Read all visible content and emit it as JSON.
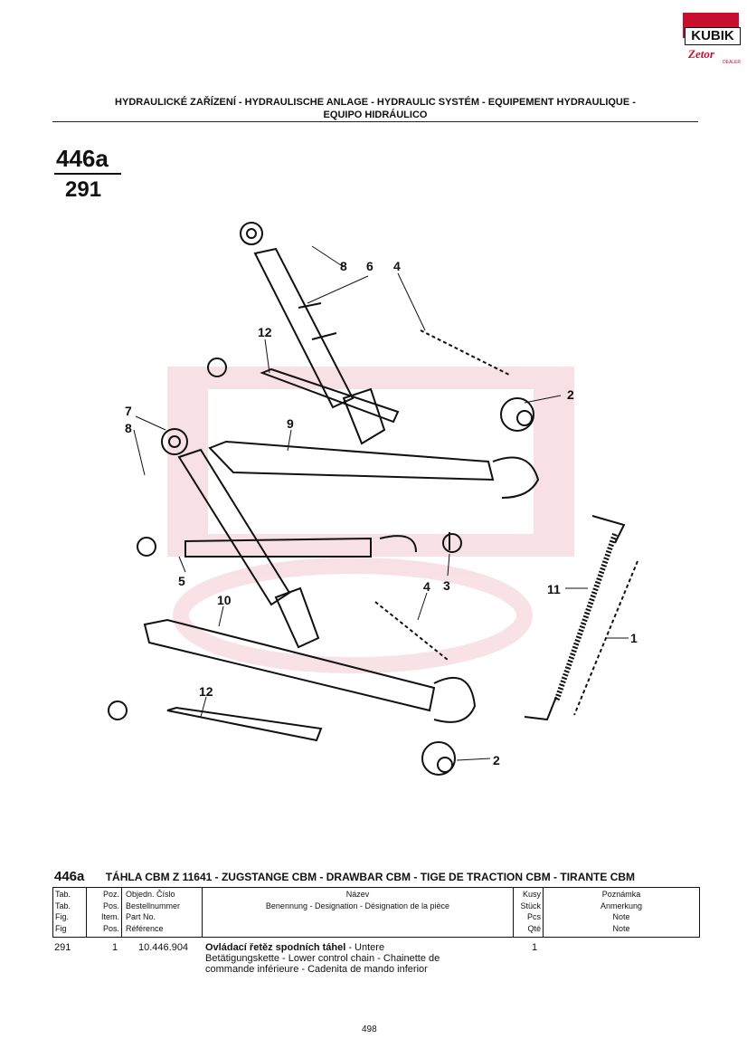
{
  "logo": {
    "brand": "KUBIK",
    "sub": "Zetor",
    "dealer": "DEALER"
  },
  "header": {
    "line1": "HYDRAULICKÉ ZAŘÍZENÍ - HYDRAULISCHE ANLAGE - HYDRAULIC SYSTÉM - EQUIPEMENT HYDRAULIQUE -",
    "line2": "EQUIPO HIDRÁULICO"
  },
  "figure": {
    "number": "446a",
    "sub": "291"
  },
  "callouts": {
    "c1": "1",
    "c2a": "2",
    "c2b": "2",
    "c3": "3",
    "c4a": "4",
    "c4b": "4",
    "c5": "5",
    "c6": "6",
    "c7": "7",
    "c8a": "8",
    "c8b": "8",
    "c9": "9",
    "c10": "10",
    "c11": "11",
    "c12a": "12",
    "c12b": "12"
  },
  "table": {
    "fig_num": "446a",
    "title": "TÁHLA CBM Z 11641 - ZUGSTANGE CBM - DRAWBAR CBM - TIGE DE TRACTION CBM - TIRANTE CBM",
    "headers": {
      "tab": [
        "Tab.",
        "Tab.",
        "Fig.",
        "Fig"
      ],
      "poz": [
        "Poz.",
        "Pos.",
        "Item.",
        "Pos."
      ],
      "cislo": [
        "Objedn. Číslo",
        "Bestellnummer",
        "Part No.",
        "Référence"
      ],
      "nazev": [
        "Název",
        "Benennung - Designation - Désignation de la pièce"
      ],
      "kusy": [
        "Kusy",
        "Stück",
        "Pcs",
        "Qté"
      ],
      "poznamka": [
        "Poznámka",
        "Anmerkung",
        "Note",
        "Note"
      ]
    },
    "rows": [
      {
        "tab": "291",
        "poz": "1",
        "cislo": "10.446.904",
        "nazev_bold": "Ovládací řetěz spodních táhel",
        "nazev_line1": " - Untere",
        "nazev_line2": "Betätigungskette - Lower control chain - Chainette de",
        "nazev_line3": "commande inférieure - Cadenita de mando inferior",
        "kusy": "1"
      }
    ]
  },
  "page_number": "498"
}
